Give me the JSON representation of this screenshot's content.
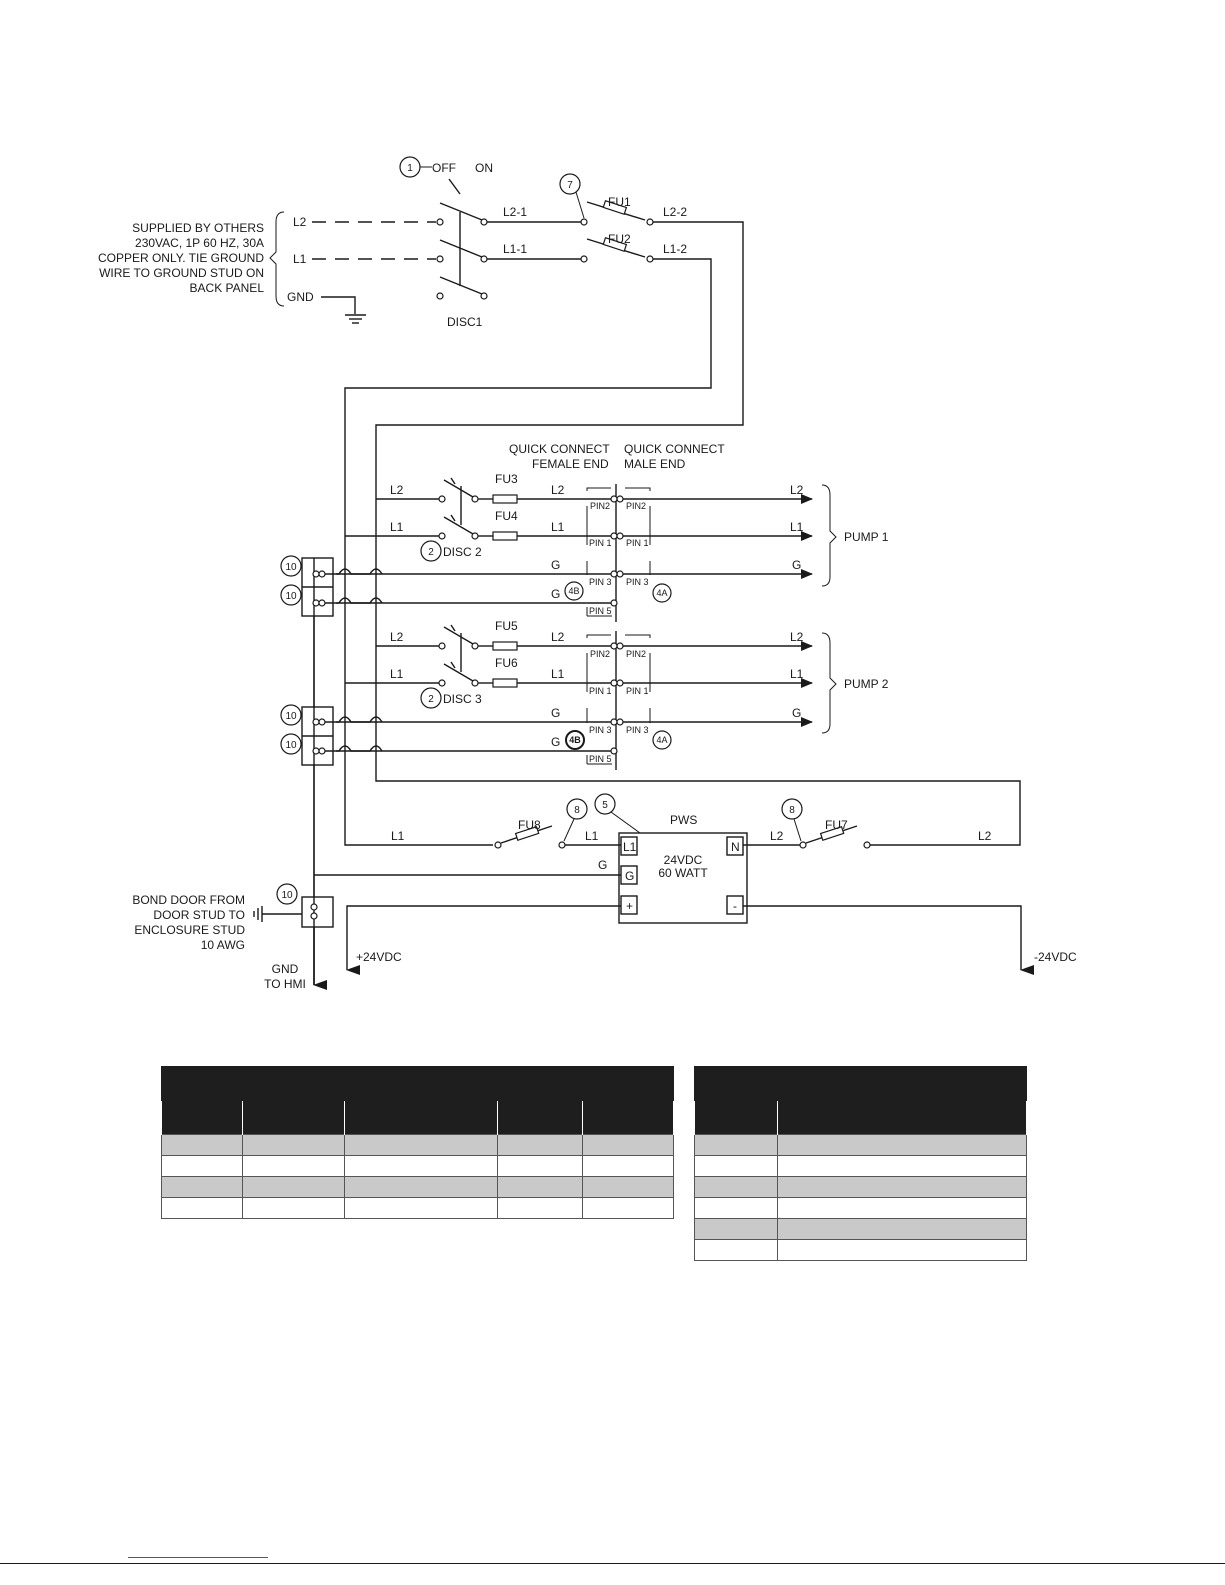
{
  "supply_note": [
    "SUPPLIED BY OTHERS",
    "230VAC, 1P 60 HZ, 30A",
    "COPPER ONLY.  TIE GROUND",
    "WIRE TO GROUND STUD ON",
    "BACK PANEL"
  ],
  "supply_lines": {
    "l2": "L2",
    "l1": "L1",
    "gnd": "GND"
  },
  "disconnect": {
    "label": "DISC1",
    "off": "OFF",
    "on": "ON",
    "callout": "1"
  },
  "main_wires": {
    "l2_1": "L2-1",
    "l1_1": "L1-1",
    "l2_2": "L2-2",
    "l1_2": "L1-2"
  },
  "main_fuses": {
    "fu1": "FU1",
    "fu2": "FU2",
    "callout": "7"
  },
  "quick_connect": {
    "female": [
      "QUICK CONNECT",
      "FEMALE END"
    ],
    "male": [
      "QUICK CONNECT",
      "MALE END"
    ]
  },
  "pump1": {
    "label": "PUMP 1",
    "disc": "DISC 2",
    "disc_callout": "2",
    "fu_a": "FU3",
    "fu_b": "FU4",
    "l2": "L2",
    "l1": "L1",
    "g": "G",
    "pins": {
      "pin2": "PIN2",
      "pin1": "PIN 1",
      "pin3": "PIN 3",
      "pin5": "PIN 5"
    },
    "callout_female": "4B",
    "callout_male": "4A"
  },
  "pump2": {
    "label": "PUMP 2",
    "disc": "DISC 3",
    "disc_callout": "2",
    "fu_a": "FU5",
    "fu_b": "FU6",
    "l2": "L2",
    "l1": "L1",
    "g": "G",
    "pins": {
      "pin2": "PIN2",
      "pin1": "PIN 1",
      "pin3": "PIN 3",
      "pin5": "PIN 5"
    },
    "callout_female": "4B",
    "callout_male": "4A"
  },
  "ground_terminal_callout": "10",
  "power_supply": {
    "label": "PWS",
    "rating": [
      "24VDC",
      "60 WATT"
    ],
    "callout": "5",
    "t_l1": "L1",
    "t_g": "G",
    "t_plus": "+",
    "t_n": "N",
    "t_minus": "-",
    "fu8": "FU8",
    "fu7": "FU7",
    "fuse_callout": "8",
    "wire_l1": "L1",
    "wire_l2": "L2",
    "wire_g": "G"
  },
  "dc_outputs": {
    "plus": "+24VDC",
    "minus": "-24VDC"
  },
  "bond_note": [
    "BOND DOOR FROM",
    "DOOR STUD TO",
    "ENCLOSURE STUD",
    "10 AWG"
  ],
  "gnd_hmi": [
    "GND",
    "TO HMI"
  ]
}
